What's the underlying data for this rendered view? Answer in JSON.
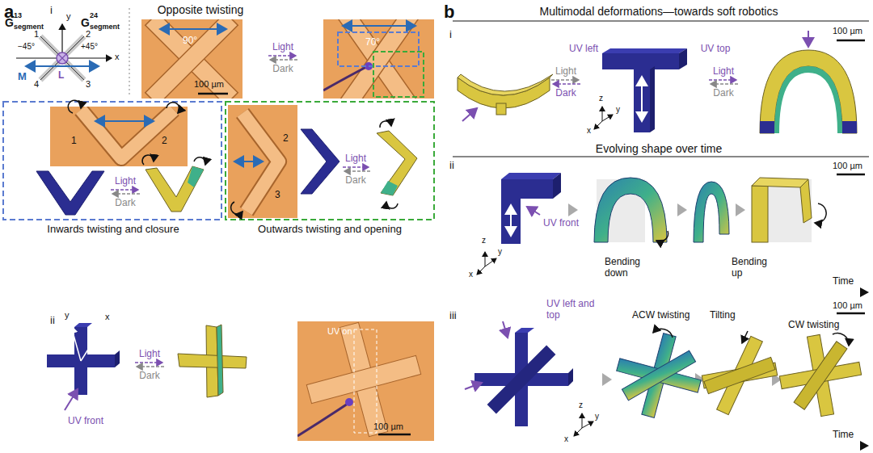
{
  "diagram": {
    "labels": [
      "a",
      "i",
      "Opposite twisting",
      "G",
      "13",
      "segment",
      "G",
      "24",
      "segment",
      "y",
      "1",
      "2",
      "−45°",
      "+45°",
      "x",
      "M",
      "L",
      "4",
      "3",
      "90°",
      "100 µm",
      "Light",
      "Dark",
      "70°",
      "1",
      "2",
      "Light",
      "Dark",
      "Inwards twisting and closure",
      "2",
      "3",
      "Light",
      "Dark",
      "Outwards twisting and opening",
      "ii",
      "y",
      "x",
      "UV front",
      "Light",
      "Dark",
      "UV on",
      "100 µm",
      "b",
      "Multimodal deformations—towards soft robotics",
      "i",
      "100 µm",
      "UV left",
      "Light",
      "Dark",
      "z",
      "y",
      "x",
      "UV top",
      "Light",
      "Dark",
      "Evolving shape over time",
      "ii",
      "100 µm",
      "UV front",
      "z",
      "y",
      "x",
      "Bending down",
      "Bending up",
      "Time",
      "iii",
      "UV left and top",
      "ACW twisting",
      "Tilting",
      "CW twisting",
      "100 µm",
      "z",
      "y",
      "x",
      "Time"
    ]
  }
}
